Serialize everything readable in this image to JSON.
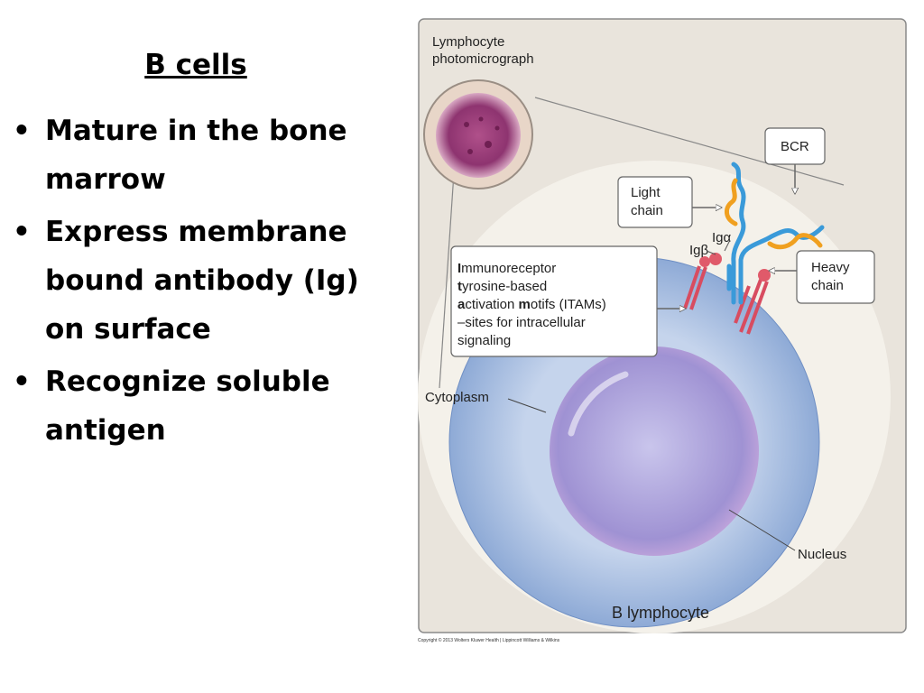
{
  "slide": {
    "title": "B cells",
    "bullets": [
      {
        "label": "Mature in the bone marrow"
      },
      {
        "label": "Express membrane bound antibody (Ig) on surface"
      },
      {
        "label": "Recognize soluble antigen"
      }
    ],
    "bullet_glyph": "•"
  },
  "figure": {
    "photo_caption_line1": "Lymphocyte",
    "photo_caption_line2": "photomicrograph",
    "bcr": "BCR",
    "light_chain_line1": "Light",
    "light_chain_line2": "chain",
    "ig_alpha": "Igα",
    "ig_beta": "Igβ",
    "heavy_chain_line1": "Heavy",
    "heavy_chain_line2": "chain",
    "itam": {
      "line1_initial": "I",
      "line1_rest": "mmunoreceptor",
      "line2_initial": "t",
      "line2_rest": "yrosine-based",
      "line3_initial": "a",
      "line3_mid": "ctivation ",
      "line3_initial2": "m",
      "line3_rest": "otifs (ITAMs)",
      "line4": "–sites for intracellular",
      "line5": "signaling"
    },
    "cytoplasm": "Cytoplasm",
    "nucleus": "Nucleus",
    "cell_name": "B lymphocyte",
    "copyright": "Copyright © 2013 Wolters Kluwer Health | Lippincott Williams & Wilkins"
  },
  "colors": {
    "panel_bg": "#e9e4dc",
    "halo": "#f4f1ea",
    "cytoplasm": "#9fb8de",
    "nucleus": "#b4a7da",
    "heavy_chain": "#3a9ad9",
    "light_chain": "#f0a020",
    "ig_alpha_beta": "#e05a6a"
  }
}
